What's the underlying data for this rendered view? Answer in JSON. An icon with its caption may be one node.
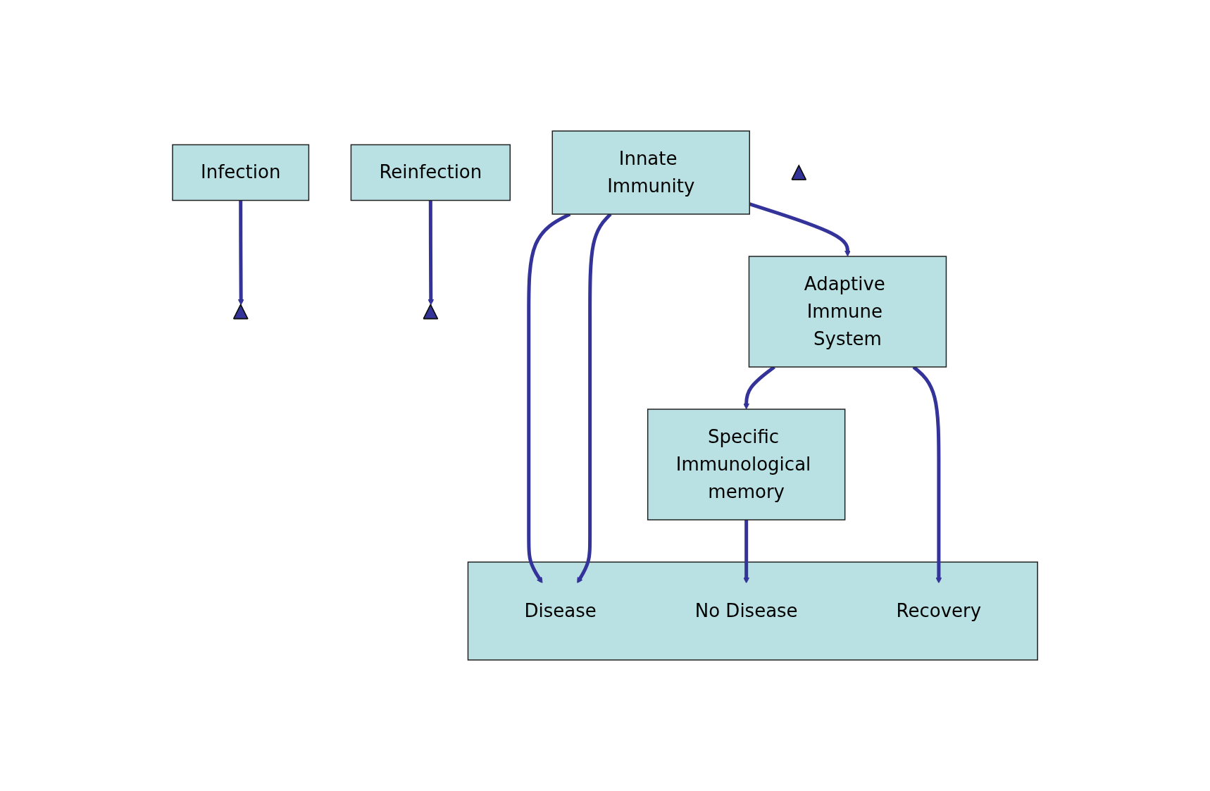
{
  "diagram": {
    "nodes": [
      {
        "text": [
          "Infection"
        ]
      },
      {
        "text": [
          "Reinfection"
        ]
      },
      {
        "text": [],
        "shape": "triangle"
      },
      {
        "text": [
          "Innate Immunity"
        ]
      },
      {
        "text": [],
        "shape": "triangle"
      },
      {
        "text": [
          "Adaptive Immune System"
        ]
      },
      {
        "text": [],
        "shape": "triangle"
      },
      {
        "text": [
          "Specific Immunological memory"
        ]
      },
      {
        "text": [],
        "shape": "box"
      },
      {
        "text": [
          "Disease"
        ],
        "in": 8
      },
      {
        "text": [
          "Recovery"
        ],
        "in": 8
      },
      {
        "text": [
          "No Disease"
        ],
        "in": 8
      }
    ],
    "edges": [
      {
        "from": 0,
        "to": 2,
        "arrow": "to"
      },
      {
        "from": 1,
        "to": 6,
        "arrow": "to"
      },
      {
        "from": 3,
        "to": 9,
        "arrow": "to"
      },
      {
        "from": 3,
        "to": 9,
        "arrow": "to"
      },
      {
        "from": 3,
        "to": 5,
        "arrow": "to"
      },
      {
        "from": 5,
        "to": 7,
        "arrow": "to"
      },
      {
        "from": 5,
        "to": 10,
        "arrow": "to"
      },
      {
        "from": 7,
        "to": 11,
        "arrow": "to"
      }
    ]
  }
}
